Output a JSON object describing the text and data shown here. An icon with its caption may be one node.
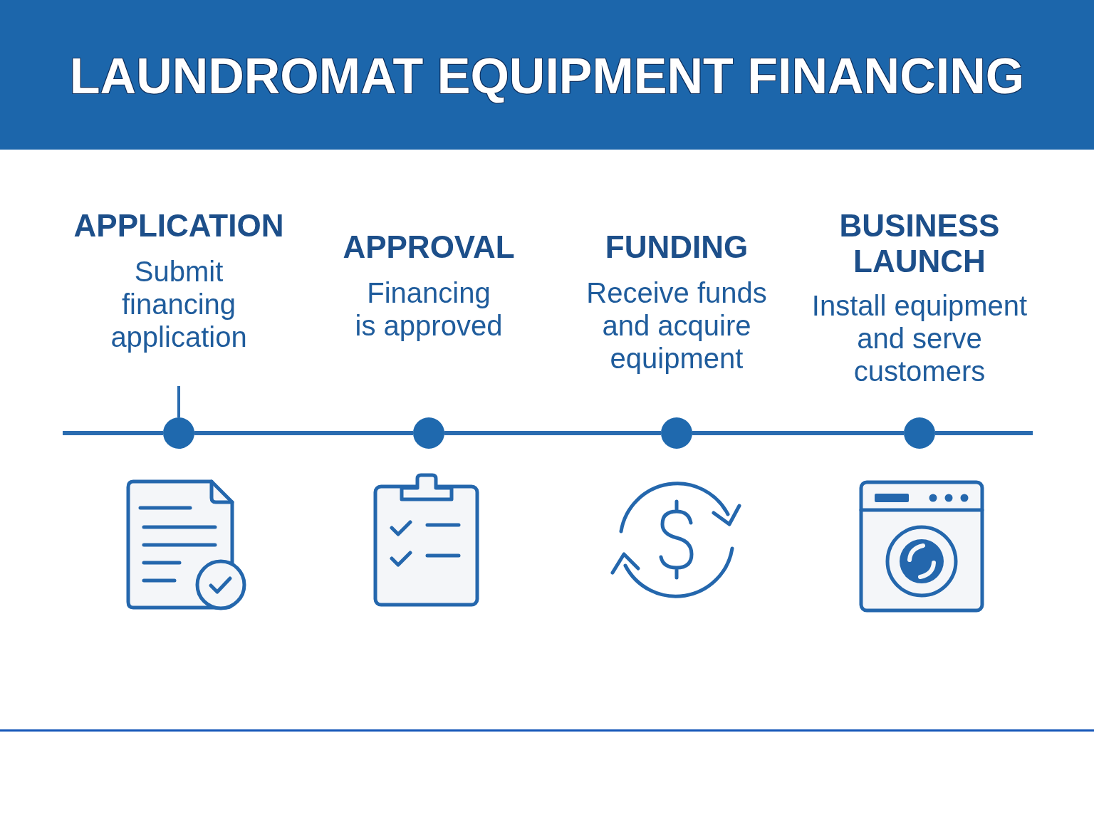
{
  "diagram": {
    "title": "LAUNDROMAT EQUIPMENT FINANCING",
    "nodes": [
      {
        "text": [],
        "shape": "circle",
        "beside": [
          "APPLICATION",
          "Submit financing application"
        ]
      },
      {
        "text": [],
        "shape": "circle",
        "beside": [
          "APPROVAL",
          "Financing is approved"
        ]
      },
      {
        "text": [],
        "shape": "circle",
        "beside": [
          "FUNDING",
          "Receive funds and acquire equipment"
        ]
      },
      {
        "text": [],
        "shape": "circle",
        "beside": [
          "BUSINESS LAUNCH",
          "Install equipment and serve customers"
        ]
      }
    ],
    "edges": [
      {
        "from": null,
        "to": 0,
        "arrow": "none"
      },
      {
        "from": 0,
        "to": 1,
        "arrow": "none"
      },
      {
        "from": 1,
        "to": 2,
        "arrow": "none"
      },
      {
        "from": 2,
        "to": 3,
        "arrow": "none"
      },
      {
        "from": 3,
        "to": null,
        "arrow": "none"
      }
    ]
  }
}
